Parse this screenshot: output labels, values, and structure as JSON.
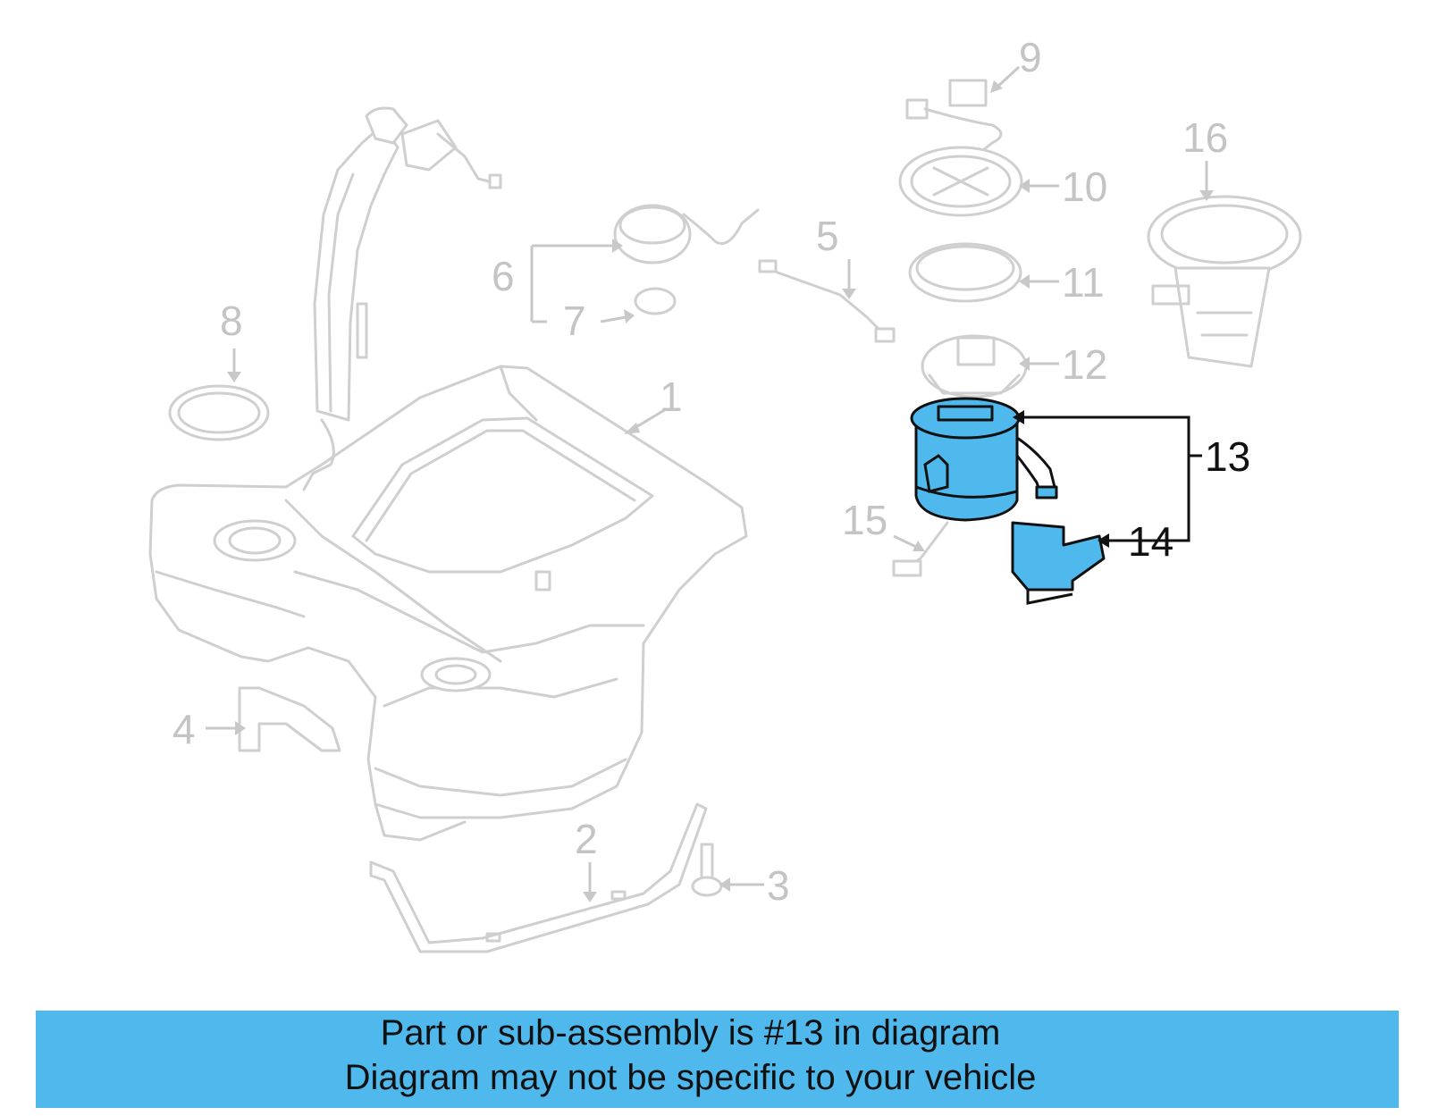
{
  "colors": {
    "highlight": "#4fb9ee",
    "part_lines": "#cfcfcf",
    "labels": "#c4c4c4",
    "banner": "#4fb9ee"
  },
  "callouts": {
    "c1": "1",
    "c2": "2",
    "c3": "3",
    "c4": "4",
    "c5": "5",
    "c6": "6",
    "c7": "7",
    "c8": "8",
    "c9": "9",
    "c10": "10",
    "c11": "11",
    "c12": "12",
    "c13": "13",
    "c14": "14",
    "c15": "15",
    "c16": "16"
  },
  "banner": {
    "line1": "Part or sub-assembly is #13 in diagram",
    "line2": "Diagram may not be specific to your vehicle"
  }
}
